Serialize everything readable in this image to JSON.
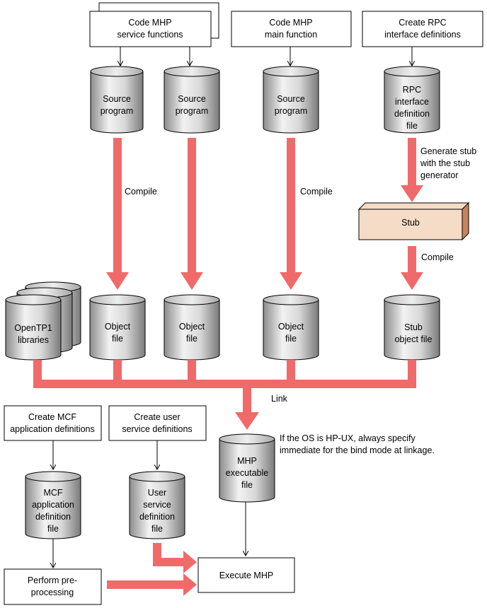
{
  "boxes": {
    "code_service": [
      "Code MHP",
      "service functions"
    ],
    "code_main": [
      "Code MHP",
      "main function"
    ],
    "create_rpc": [
      "Create RPC",
      "interface definitions"
    ],
    "create_mcf": [
      "Create MCF",
      "application definitions"
    ],
    "create_user": [
      "Create user",
      "service definitions"
    ],
    "pre_processing": [
      "Perform pre-",
      "processing"
    ],
    "execute": "Execute MHP",
    "stub": "Stub"
  },
  "cylinders": {
    "source1": [
      "Source",
      "program"
    ],
    "source2": [
      "Source",
      "program"
    ],
    "source3": [
      "Source",
      "program"
    ],
    "rpc_file": [
      "RPC",
      "interface",
      "definition",
      "file"
    ],
    "opentp1": [
      "OpenTP1",
      "libraries"
    ],
    "object1": [
      "Object",
      "file"
    ],
    "object2": [
      "Object",
      "file"
    ],
    "object3": [
      "Object",
      "file"
    ],
    "stub_object": [
      "Stub",
      "object file"
    ],
    "mhp_exec": [
      "MHP",
      "executable",
      "file"
    ],
    "mcf_file": [
      "MCF",
      "application",
      "definition",
      "file"
    ],
    "user_file": [
      "User",
      "service",
      "definition",
      "file"
    ]
  },
  "labels": {
    "compile_1": "Compile",
    "compile_2": "Compile",
    "compile_3": "Compile",
    "generate_stub": [
      "Generate stub",
      "with the stub",
      "generator"
    ],
    "link": "Link"
  },
  "note": {
    "line1": "If the OS is HP-UX, always specify",
    "line2_mono": "immediate",
    "line2_rest": " for the bind mode at linkage."
  },
  "colors": {
    "arrow": "#f06a6a",
    "stub_fill": "#f5dcc6",
    "stub_side": "#c8845a"
  }
}
